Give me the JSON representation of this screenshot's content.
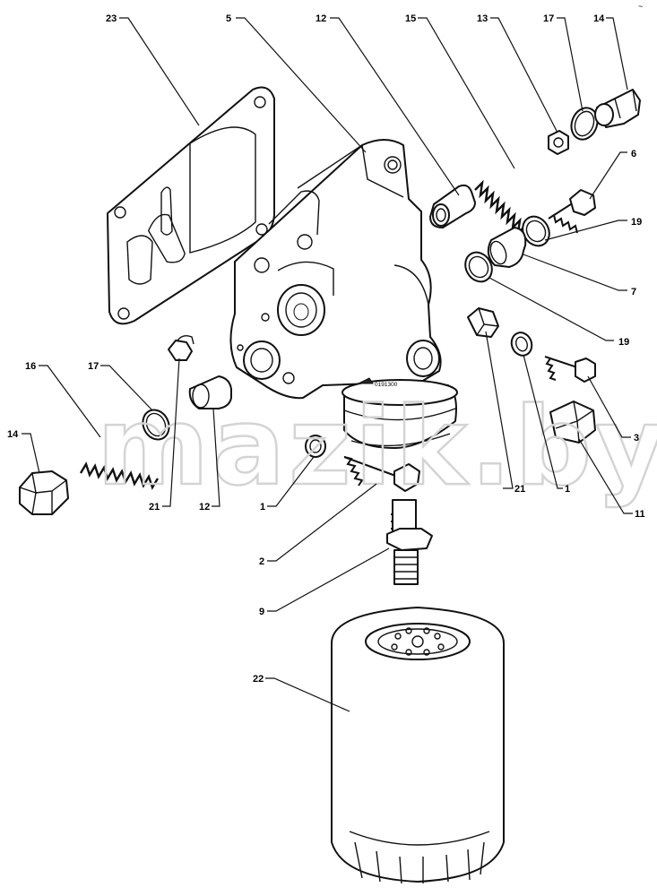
{
  "watermark": "mazik.by",
  "corner_mark": "~",
  "stamp_code": "0191300",
  "callouts": [
    {
      "id": "c23a",
      "text": "23"
    },
    {
      "id": "c5",
      "text": "5"
    },
    {
      "id": "c12a",
      "text": "12"
    },
    {
      "id": "c15",
      "text": "15"
    },
    {
      "id": "c13",
      "text": "13"
    },
    {
      "id": "c17a",
      "text": "17"
    },
    {
      "id": "c14a",
      "text": "14"
    },
    {
      "id": "c6",
      "text": "6"
    },
    {
      "id": "c19a",
      "text": "19"
    },
    {
      "id": "c7",
      "text": "7"
    },
    {
      "id": "c19b",
      "text": "19"
    },
    {
      "id": "c16",
      "text": "16"
    },
    {
      "id": "c17b",
      "text": "17"
    },
    {
      "id": "c3",
      "text": "3"
    },
    {
      "id": "c14b",
      "text": "14"
    },
    {
      "id": "c21a",
      "text": "21"
    },
    {
      "id": "c12b",
      "text": "12"
    },
    {
      "id": "c1a",
      "text": "1"
    },
    {
      "id": "c21b",
      "text": "21"
    },
    {
      "id": "c1b",
      "text": "1"
    },
    {
      "id": "c11",
      "text": "11"
    },
    {
      "id": "c2",
      "text": "2"
    },
    {
      "id": "c9",
      "text": "9"
    },
    {
      "id": "c22",
      "text": "22"
    }
  ]
}
